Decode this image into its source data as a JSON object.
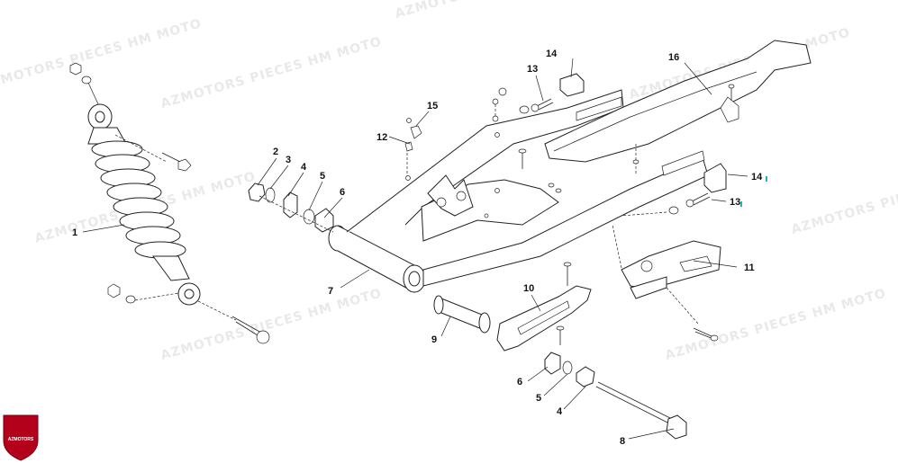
{
  "watermarks": [
    "AZMOTORS PIECES HM MOTO",
    "AZMOTORS PIECES HM MOTO",
    "AZMOTORS PIECES HM MOTO",
    "AZMOTORS PIECES HM MOTO",
    "AZMOTORS PIECES HM MOTO",
    "AZMOTORS PIECES HM MOTO",
    "AZMOTORS PIECES HM MOTO",
    "AZMOTORS PIECES HM MOTO"
  ],
  "logo": {
    "text": "AZMOTORS",
    "color": "#b3001b"
  },
  "callouts": [
    {
      "text": "1"
    },
    {
      "text": "2"
    },
    {
      "text": "3"
    },
    {
      "text": "4"
    },
    {
      "text": "5"
    },
    {
      "text": "6"
    },
    {
      "text": "7"
    },
    {
      "text": "8"
    },
    {
      "text": "9"
    },
    {
      "text": "10"
    },
    {
      "text": "11"
    },
    {
      "text": "12"
    },
    {
      "text": "13"
    },
    {
      "text": "14"
    },
    {
      "text": "15"
    },
    {
      "text": "16"
    },
    {
      "text": "14"
    },
    {
      "text": "13"
    },
    {
      "text": "6"
    },
    {
      "text": "5"
    },
    {
      "text": "4"
    }
  ]
}
